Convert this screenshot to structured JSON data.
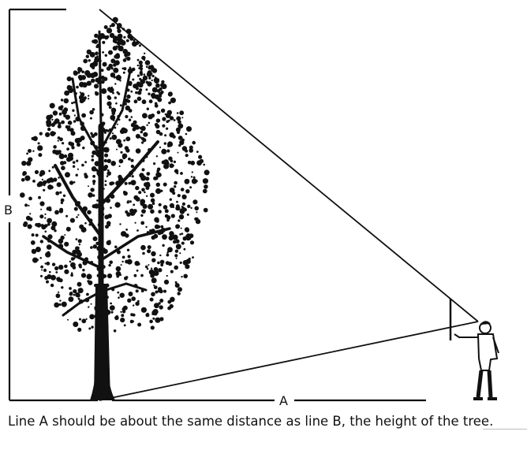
{
  "labels": {
    "b": "B",
    "a": "A"
  },
  "caption": "Line A should be about the same distance as line B, the height of the tree.",
  "colors": {
    "ink": "#111111",
    "background": "#ffffff"
  }
}
